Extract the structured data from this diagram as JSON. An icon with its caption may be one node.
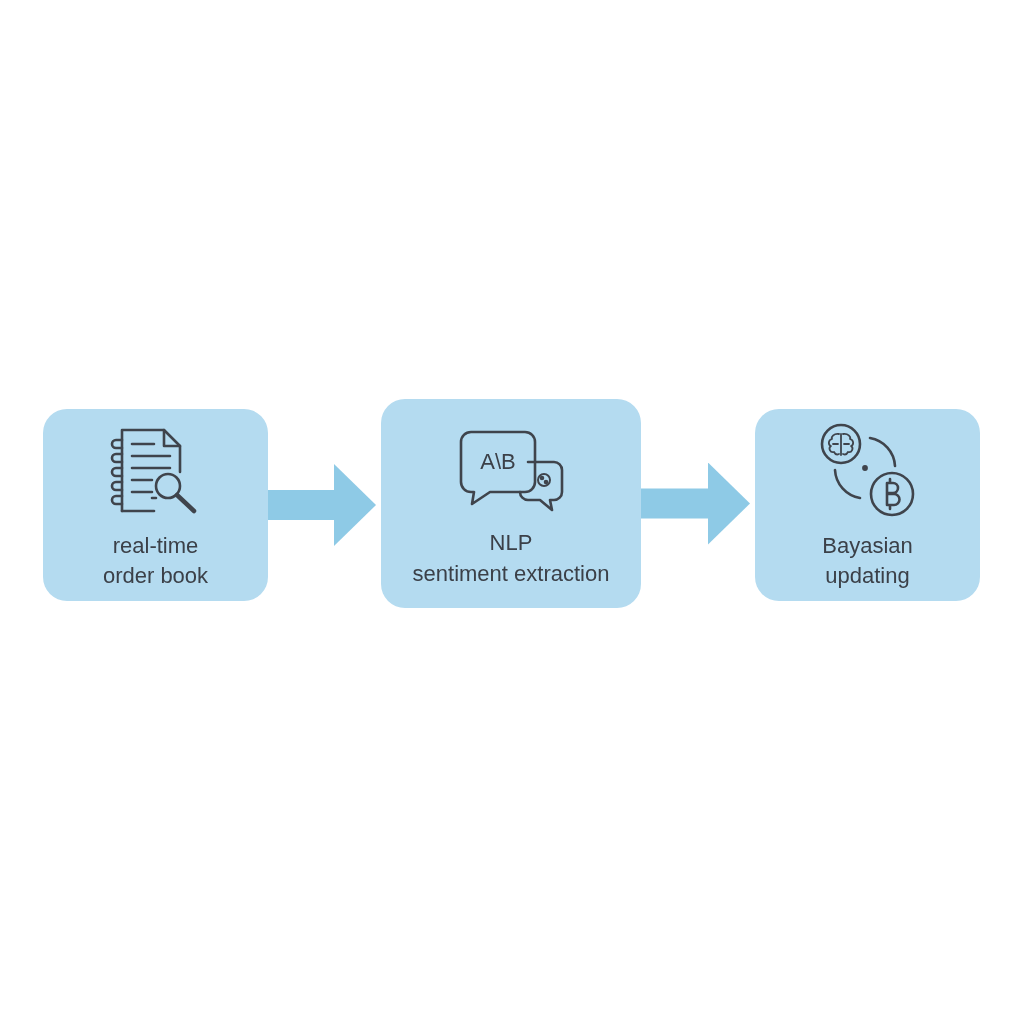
{
  "diagram": {
    "nodes": [
      {
        "text": [
          "real-time order book"
        ]
      },
      {
        "text": [
          "A\\B",
          "NLP",
          "sentiment extraction"
        ]
      },
      {
        "text": [
          "Bayasian updating"
        ]
      }
    ],
    "edges": [
      {
        "from": 0,
        "to": 1,
        "arrow": "to"
      },
      {
        "from": 1,
        "to": 2,
        "arrow": "to"
      }
    ]
  }
}
